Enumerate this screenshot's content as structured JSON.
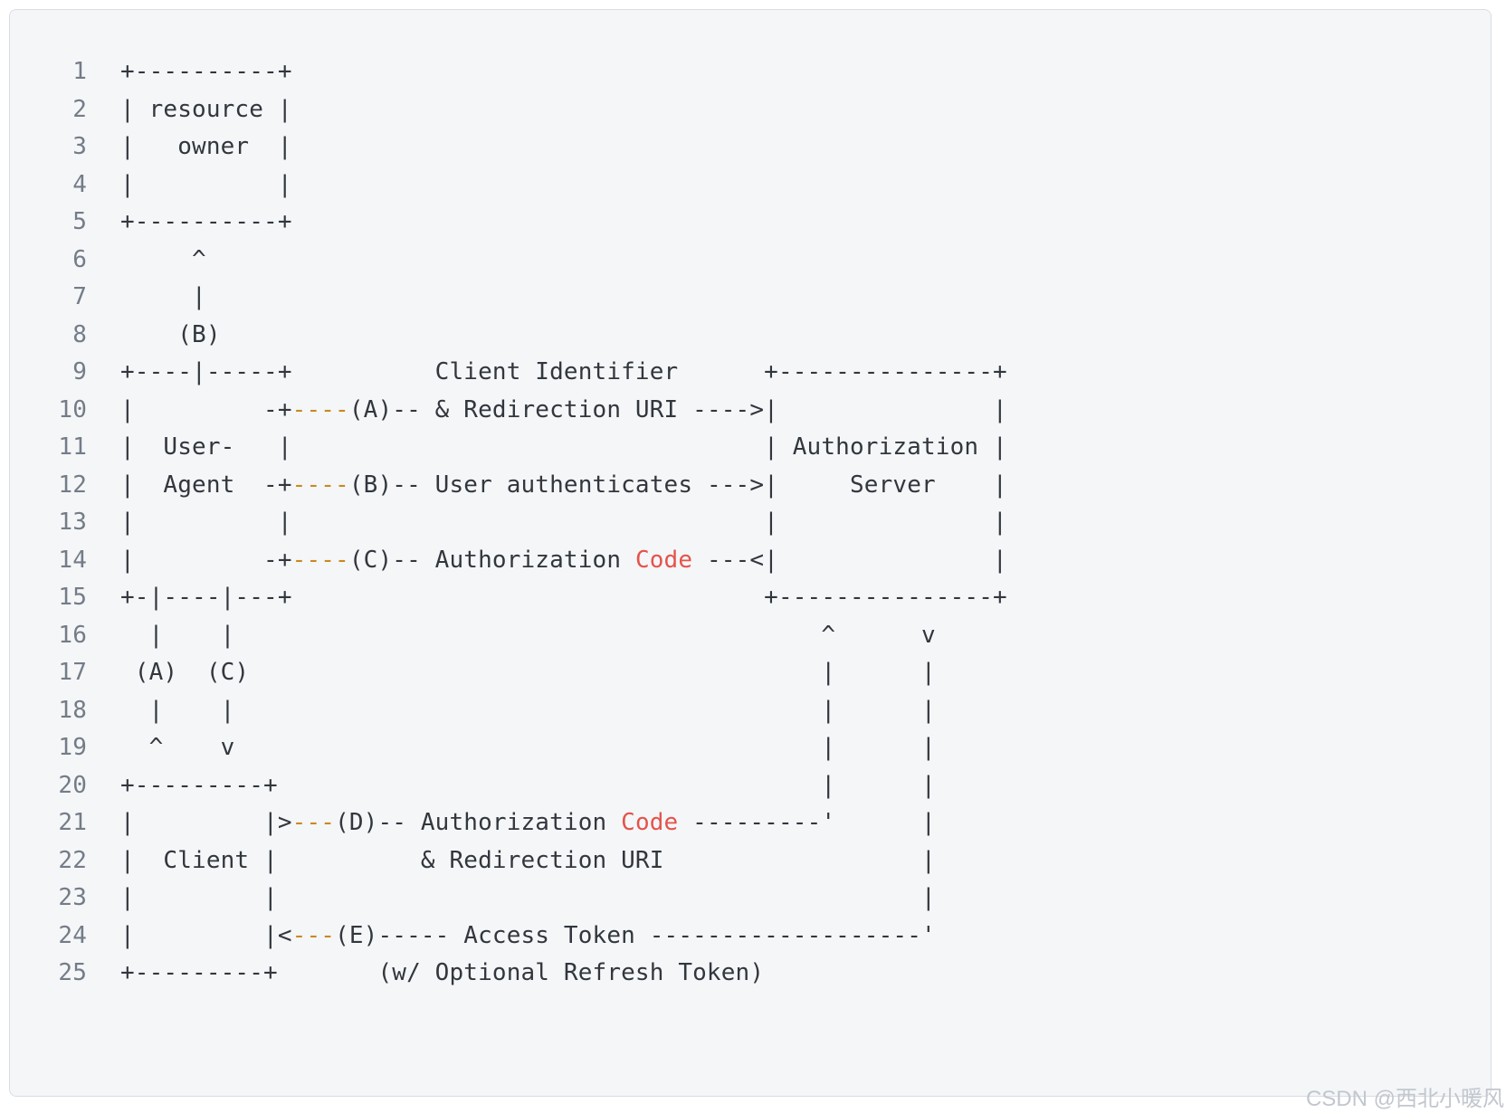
{
  "colors": {
    "plain_text": "#32373d",
    "line_number": "#747c87",
    "accent_orange": "#c8891e",
    "code_red": "#e5534b",
    "card_bg": "#f4f6f8",
    "card_border": "#d9dde3",
    "page_bg": "#ffffff",
    "watermark_gray": "#c2c7ce"
  },
  "watermark": {
    "text": "CSDN @西北小暖风"
  },
  "code": {
    "lines": [
      {
        "num": "1",
        "segments": [
          [
            "plain",
            "+----------+"
          ]
        ]
      },
      {
        "num": "2",
        "segments": [
          [
            "plain",
            "| resource |"
          ]
        ]
      },
      {
        "num": "3",
        "segments": [
          [
            "plain",
            "|   owner  |"
          ]
        ]
      },
      {
        "num": "4",
        "segments": [
          [
            "plain",
            "|          |"
          ]
        ]
      },
      {
        "num": "5",
        "segments": [
          [
            "plain",
            "+----------+"
          ]
        ]
      },
      {
        "num": "6",
        "segments": [
          [
            "plain",
            "     ^"
          ]
        ]
      },
      {
        "num": "7",
        "segments": [
          [
            "plain",
            "     |"
          ]
        ]
      },
      {
        "num": "8",
        "segments": [
          [
            "plain",
            "    (B)"
          ]
        ]
      },
      {
        "num": "9",
        "segments": [
          [
            "plain",
            "+----|-----+          Client Identifier      +---------------+"
          ]
        ]
      },
      {
        "num": "10",
        "segments": [
          [
            "plain",
            "|         -+"
          ],
          [
            "accent",
            "----"
          ],
          [
            "plain",
            "(A)-- & Redirection URI ---->|               |"
          ]
        ]
      },
      {
        "num": "11",
        "segments": [
          [
            "plain",
            "|  User-   |                                 | Authorization |"
          ]
        ]
      },
      {
        "num": "12",
        "segments": [
          [
            "plain",
            "|  Agent  -+"
          ],
          [
            "accent",
            "----"
          ],
          [
            "plain",
            "(B)-- User authenticates --->|     Server    |"
          ]
        ]
      },
      {
        "num": "13",
        "segments": [
          [
            "plain",
            "|          |                                 |               |"
          ]
        ]
      },
      {
        "num": "14",
        "segments": [
          [
            "plain",
            "|         -+"
          ],
          [
            "accent",
            "----"
          ],
          [
            "plain",
            "(C)-- Authorization "
          ],
          [
            "red",
            "Code"
          ],
          [
            "plain",
            " ---<|               |"
          ]
        ]
      },
      {
        "num": "15",
        "segments": [
          [
            "plain",
            "+-|----|---+                                 +---------------+"
          ]
        ]
      },
      {
        "num": "16",
        "segments": [
          [
            "plain",
            "  |    |                                         ^      v"
          ]
        ]
      },
      {
        "num": "17",
        "segments": [
          [
            "plain",
            " (A)  (C)                                        |      |"
          ]
        ]
      },
      {
        "num": "18",
        "segments": [
          [
            "plain",
            "  |    |                                         |      |"
          ]
        ]
      },
      {
        "num": "19",
        "segments": [
          [
            "plain",
            "  ^    v                                         |      |"
          ]
        ]
      },
      {
        "num": "20",
        "segments": [
          [
            "plain",
            "+---------+                                      |      |"
          ]
        ]
      },
      {
        "num": "21",
        "segments": [
          [
            "plain",
            "|         |>"
          ],
          [
            "accent",
            "---"
          ],
          [
            "plain",
            "(D)-- Authorization "
          ],
          [
            "red",
            "Code"
          ],
          [
            "plain",
            " ---------'      |"
          ]
        ]
      },
      {
        "num": "22",
        "segments": [
          [
            "plain",
            "|  Client |          & Redirection URI                  |"
          ]
        ]
      },
      {
        "num": "23",
        "segments": [
          [
            "plain",
            "|         |                                             |"
          ]
        ]
      },
      {
        "num": "24",
        "segments": [
          [
            "plain",
            "|         |<"
          ],
          [
            "accent",
            "---"
          ],
          [
            "plain",
            "(E)----- Access Token -------------------'"
          ]
        ]
      },
      {
        "num": "25",
        "segments": [
          [
            "plain",
            "+---------+       (w/ Optional Refresh Token)"
          ]
        ]
      }
    ]
  }
}
